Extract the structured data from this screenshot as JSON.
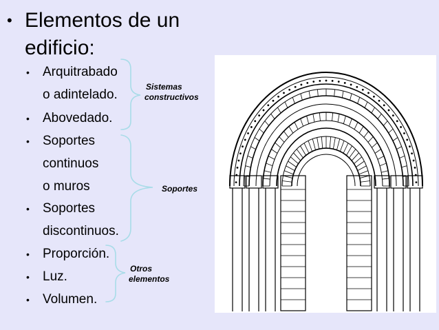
{
  "title": {
    "bullet": "•",
    "line1": "Elementos de un",
    "line2": "edificio:"
  },
  "items": {
    "arquitrabado": "Arquitrabado",
    "adintelado": "o adintelado.",
    "abovedado": "Abovedado.",
    "soportes1": "Soportes",
    "continuos": "continuos",
    "muros": "o muros",
    "soportes2": "Soportes",
    "discontinuos": "discontinuos.",
    "proporcion": "Proporción.",
    "luz": "Luz.",
    "volumen": "Volumen."
  },
  "labels": {
    "sistemas": "Sistemas",
    "constructivos": "constructivos",
    "soportes": "Soportes",
    "otros": "Otros",
    "elementos": "elementos"
  },
  "colors": {
    "background": "#e6e6fa",
    "brace": "#a8dce8"
  }
}
